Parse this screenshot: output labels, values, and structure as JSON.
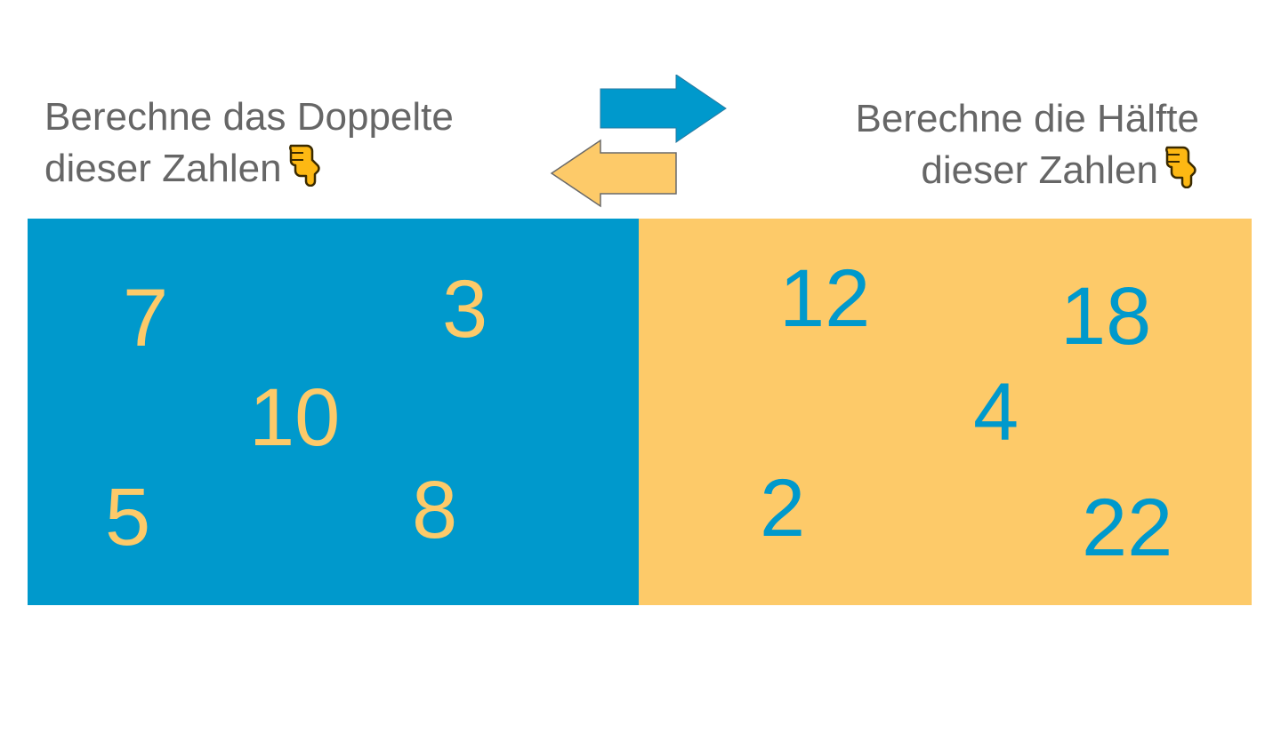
{
  "colors": {
    "blue": "#0099cc",
    "yellow": "#fdca69",
    "text_gray": "#666666"
  },
  "icons": {
    "hand": "backhand-index-pointing-down-icon",
    "arrow_right": "arrow-right-icon",
    "arrow_left": "arrow-left-icon"
  },
  "left_instruction": {
    "line1": "Berechne das Doppelte",
    "line2": "dieser Zahlen"
  },
  "right_instruction": {
    "line1": "Berechne die Hälfte",
    "line2": "dieser Zahlen"
  },
  "left_panel": {
    "numbers": [
      "7",
      "3",
      "10",
      "5",
      "8"
    ]
  },
  "right_panel": {
    "numbers": [
      "12",
      "18",
      "4",
      "2",
      "22"
    ]
  }
}
